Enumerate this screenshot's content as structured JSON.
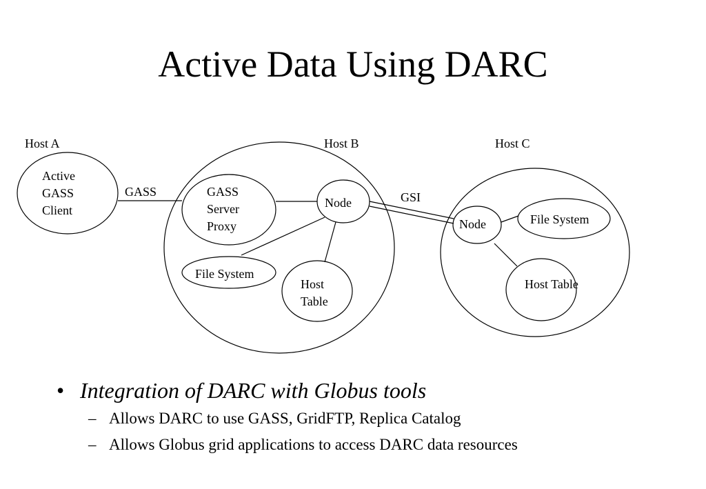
{
  "slide": {
    "title": "Active Data Using DARC"
  },
  "diagram": {
    "host_a": {
      "label": "Host A",
      "client": [
        "Active",
        "GASS",
        "Client"
      ]
    },
    "gass_link_label": "GASS",
    "host_b": {
      "label": "Host B",
      "gass_server_proxy": [
        "GASS",
        "Server",
        "Proxy"
      ],
      "node": "Node",
      "file_system": "File System",
      "host_table": [
        "Host",
        "Table"
      ]
    },
    "gsi_link_label": "GSI",
    "host_c": {
      "label": "Host C",
      "node": "Node",
      "file_system": "File System",
      "host_table": "Host Table"
    }
  },
  "bullets": {
    "main_marker": "•",
    "main": "Integration of DARC with Globus tools",
    "sub_marker": "–",
    "sub": [
      "Allows DARC to use GASS, GridFTP, Replica Catalog",
      "Allows Globus grid applications to access DARC data resources"
    ]
  }
}
